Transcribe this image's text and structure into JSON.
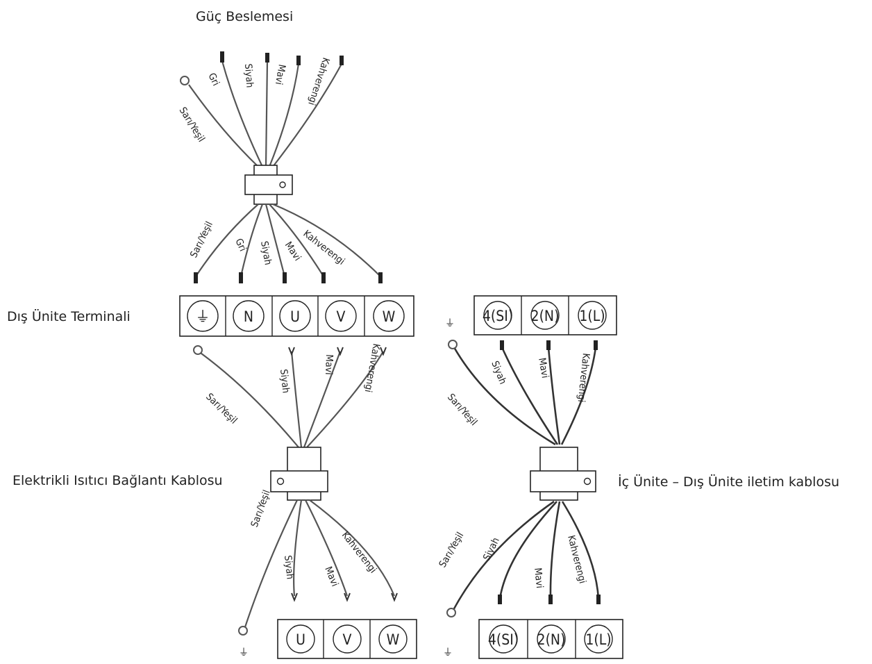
{
  "labels": {
    "power_supply": "Güç Beslemesi",
    "outdoor_terminal": "Dış Ünite Terminali",
    "heater_cable": "Elektrikli Isıtıcı Bağlantı Kablosu",
    "comm_cable": "İç Ünite – Dış Ünite iletim kablosu"
  },
  "wires": {
    "gray": "Gri",
    "black": "Siyah",
    "blue": "Mavi",
    "brown": "Kahverengi",
    "yellow_green": "Sarı/Yeşil"
  },
  "terminals": {
    "outdoor": [
      "⏚",
      "N",
      "U",
      "V",
      "W"
    ],
    "indoor_top": [
      "4(SI)",
      "2(N)",
      "1(L)"
    ],
    "heater_bottom": [
      "U",
      "V",
      "W"
    ],
    "indoor_bottom": [
      "4(SI)",
      "2(N)",
      "1(L)"
    ]
  },
  "ground_symbol": "⏚"
}
